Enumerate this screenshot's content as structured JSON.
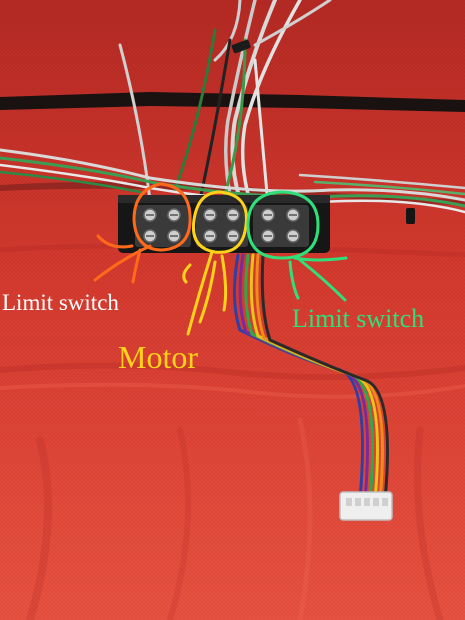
{
  "annotations": {
    "limit_switch_left": {
      "text": "Limit switch",
      "color": "#ffffff"
    },
    "motor": {
      "text": "Motor",
      "color": "#ffd21a"
    },
    "limit_switch_right": {
      "text": "Limit switch",
      "color": "#2fe07a"
    }
  },
  "colors": {
    "cloth": "#d8372c",
    "orange_marker": "#ff6a1a",
    "yellow_marker": "#ffd21a",
    "green_marker": "#2fe07a",
    "terminal_block": "#1c1c1c"
  }
}
